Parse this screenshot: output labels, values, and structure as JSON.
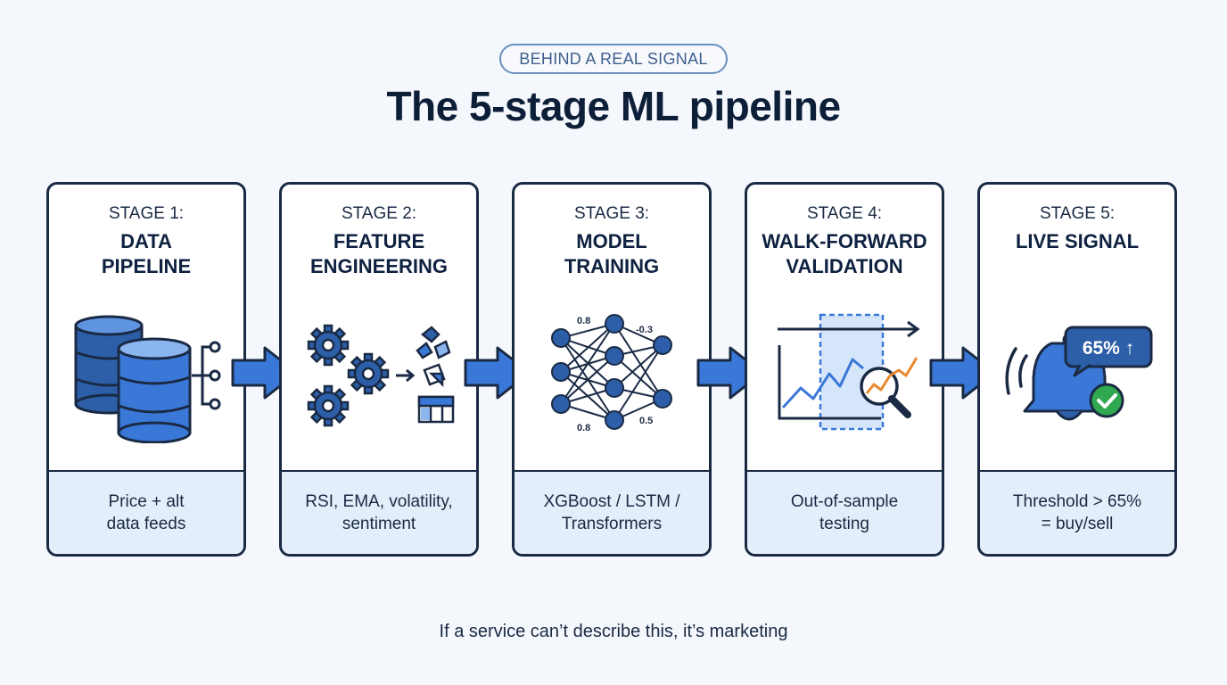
{
  "header": {
    "badge": "BEHIND A REAL SIGNAL",
    "title": "The 5-stage ML pipeline"
  },
  "stages": [
    {
      "label": "STAGE 1:",
      "name": "DATA\nPIPELINE",
      "desc": "Price + alt\ndata feeds",
      "icon": "database-icon"
    },
    {
      "label": "STAGE 2:",
      "name": "FEATURE\nENGINEERING",
      "desc": "RSI, EMA, volatility,\nsentiment",
      "icon": "gears-icon"
    },
    {
      "label": "STAGE 3:",
      "name": "MODEL\nTRAINING",
      "desc": "XGBoost / LSTM /\nTransformers",
      "icon": "neural-network-icon",
      "weights": [
        "0.8",
        "-0.3",
        "0.8",
        "0.5"
      ]
    },
    {
      "label": "STAGE 4:",
      "name": "WALK-FORWARD\nVALIDATION",
      "desc": "Out-of-sample\ntesting",
      "icon": "validation-chart-icon"
    },
    {
      "label": "STAGE 5:",
      "name": "LIVE SIGNAL",
      "desc": "Threshold > 65%\n= buy/sell",
      "icon": "alert-bell-icon",
      "badge": "65% ↑"
    }
  ],
  "footer": "If a service can’t describe this, it’s marketing",
  "colors": {
    "accent": "#3a78d8",
    "dark_blue": "#1f4f8f",
    "outline": "#1a2a44",
    "footer_panel": "#e4eefb",
    "success": "#2fa84f",
    "orange": "#e8892f"
  }
}
